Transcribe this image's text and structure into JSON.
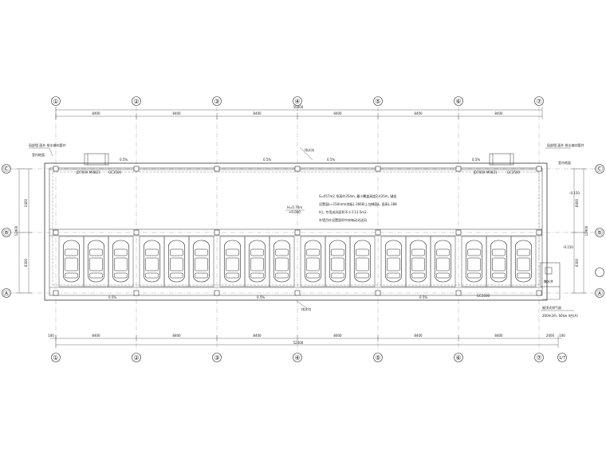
{
  "grid": {
    "columns": [
      "①",
      "②",
      "③",
      "④",
      "⑤",
      "⑥",
      "⑦"
    ],
    "rows": [
      "Ⓒ",
      "Ⓑ",
      "Ⓐ"
    ],
    "extra_right_label": "1/7"
  },
  "dimensions": {
    "top_total": "50400",
    "bottom_total": "52400",
    "bay": "8400",
    "bottom_extra_1": "2000",
    "bottom_extra_2": "100",
    "bottom_left_offset": "100",
    "left_side": [
      "2400",
      "12900"
    ],
    "left_row_dims": [
      "2400",
      "6300"
    ],
    "right_side": [
      "8400",
      "12900"
    ],
    "right_row_dims": [
      "8400",
      "6300"
    ]
  },
  "notes": {
    "line1": "S=657m2 净高约354m, 最小覆盖高度2.435m, 键组",
    "line2": "设置面L≈150mm(地板L 2668)上加铺面L, 面高L 288",
    "line3": "H上 专用送风面积不小于13.5m2.",
    "line4": "外墙百叶设置面积中央每动式送风",
    "level_1": "H=0.70m",
    "level_2": "+0.000"
  },
  "labels": {
    "slope_top_left": "0.5%",
    "slope_top_mid": "0.5%",
    "slope_top_mid2": "0.5%",
    "slope_top_right": "0.5%",
    "slope_bottom_left": "0.5%",
    "slope_bottom_mid": "0.5%",
    "slope_bottom_right": "0.5%",
    "drain_top": "排水沟",
    "drain_bottom": "排水沟",
    "door_left": "JD700X M0821",
    "door_right": "JD700X M0821",
    "gate_top_left": "GC3500",
    "gate_top_right": "GC3500",
    "gate_bottom_right": "GC3500",
    "corner_note_left": "局部墙 面外 排水坡向管井",
    "corner_note_right": "局部墙 面外 排水坡向管井",
    "left_tag": "室内地面",
    "right_tag": "室内地面",
    "elev_right_1": "-0.150",
    "elev_right_2": "-0.150",
    "room_tag": "集水井",
    "exhaust_title": "屋顶式排气扇",
    "exhaust_spec": "200m3/h, 60kw 4台(A)"
  },
  "parking": {
    "groups": 6,
    "spaces_per_group": 3,
    "total_spaces": 18
  }
}
